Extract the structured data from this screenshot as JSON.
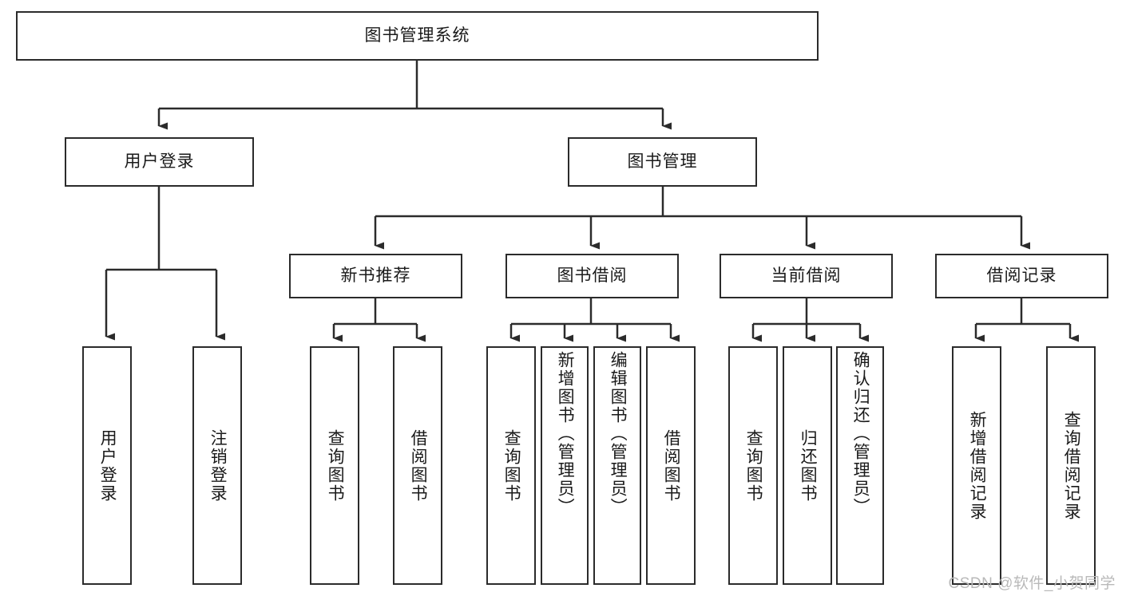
{
  "diagram": {
    "title": "图书管理系统",
    "watermark": "CSDN @软件_小贺同学",
    "line_color": "#2b2b2b",
    "box_fill": "#ffffff",
    "text_color": "#1a1a1a",
    "nodes": {
      "root": {
        "label": "图书管理系统"
      },
      "level2": [
        {
          "label": "用户登录"
        },
        {
          "label": "图书管理"
        }
      ],
      "level3": [
        {
          "label": "新书推荐"
        },
        {
          "label": "图书借阅"
        },
        {
          "label": "当前借阅"
        },
        {
          "label": "借阅记录"
        }
      ],
      "leaves": {
        "user_login": [
          {
            "label": "用户登录"
          },
          {
            "label": "注销登录"
          }
        ],
        "new_book_recommend": [
          {
            "label": "查询图书"
          },
          {
            "label": "借阅图书"
          }
        ],
        "book_borrow": [
          {
            "label": "查询图书"
          },
          {
            "label": "新增图书（管理员）"
          },
          {
            "label": "编辑图书（管理员）"
          },
          {
            "label": "借阅图书"
          }
        ],
        "current_borrow": [
          {
            "label": "查询图书"
          },
          {
            "label": "归还图书"
          },
          {
            "label": "确认归还（管理员）"
          }
        ],
        "borrow_record": [
          {
            "label": "新增借阅记录"
          },
          {
            "label": "查询借阅记录"
          }
        ]
      }
    }
  }
}
